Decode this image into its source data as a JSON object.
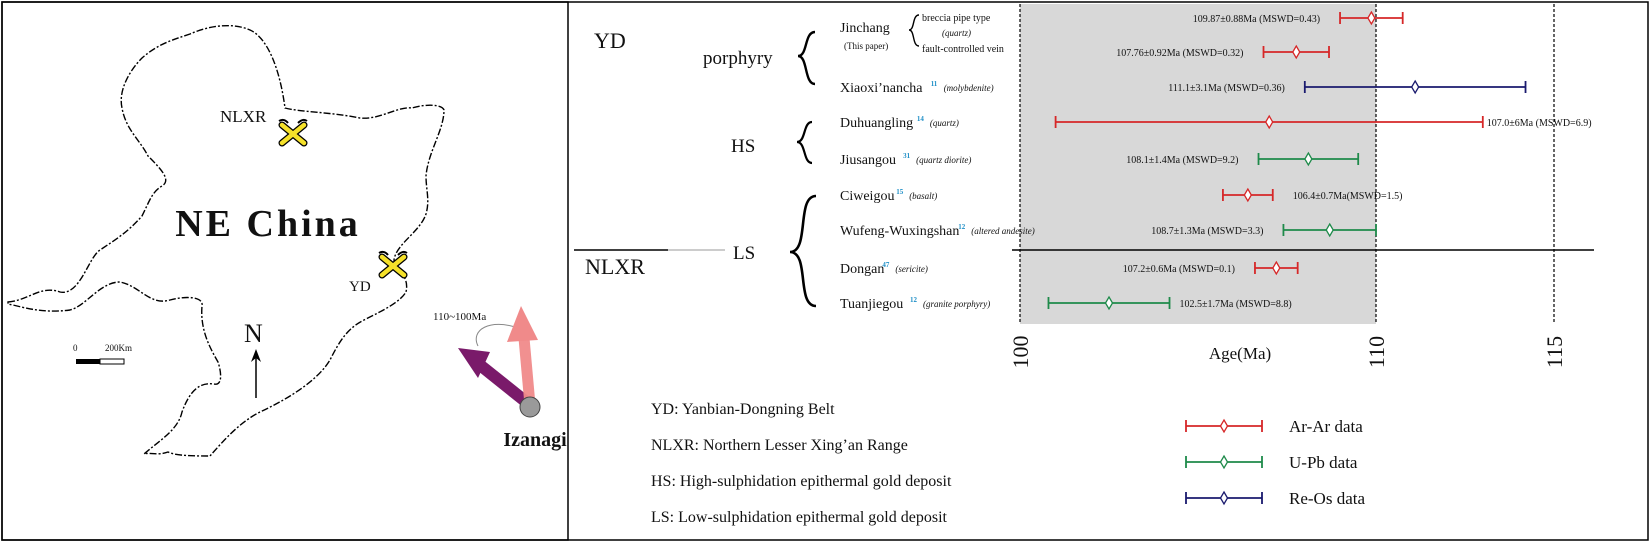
{
  "colors": {
    "ar_ar": "#d62728",
    "u_pb": "#1e8a4a",
    "re_os": "#1a1a6e",
    "shade": "#d8d8d8",
    "icon_yellow": "#f5e12a",
    "arrow_purple": "#7a1a6a",
    "arrow_pink": "#f08a8a"
  },
  "map": {
    "title": "NE China",
    "nlxr_label": "NLXR",
    "yd_label": "YD",
    "north_label": "N",
    "scale_zero": "0",
    "scale_dist": "200Km",
    "izanagi_label": "Izanagi",
    "age_range_label": "110~100Ma",
    "icons": [
      "gold-mine-icon",
      "north-arrow-icon",
      "plate-motion-arrow-icon"
    ]
  },
  "legend": {
    "abbreviations": [
      "YD: Yanbian-Dongning Belt",
      "NLXR: Northern Lesser Xing’an Range",
      "HS: High-sulphidation epithermal gold deposit",
      "LS:  Low-sulphidation epithermal gold deposit"
    ],
    "data_types": [
      {
        "label": "Ar-Ar data",
        "color": "#d62728"
      },
      {
        "label": "U-Pb data",
        "color": "#1e8a4a"
      },
      {
        "label": "Re-Os data",
        "color": "#1a1a6e"
      }
    ]
  },
  "groups": {
    "yd": "YD",
    "nlxr": "NLXR",
    "porphyry": "porphyry",
    "hs": "HS",
    "ls": "LS"
  },
  "jinchang": {
    "name": "Jinchang",
    "note": "(This paper)",
    "sub1": "breccia pipe type",
    "sub1b": "(quartz)",
    "sub2": "fault-controlled vein"
  },
  "chart_data": {
    "type": "errorbar",
    "xlabel": "Age(Ma)",
    "xlim": [
      100,
      115
    ],
    "ticks": [
      "100",
      "110",
      "115"
    ],
    "shaded_range": [
      100,
      110
    ],
    "records": [
      {
        "deposit": "",
        "sup": "",
        "mineral": "",
        "method": "Ar-Ar",
        "age": 109.87,
        "err": 0.88,
        "label": "109.87±0.88Ma (MSWD=0.43)"
      },
      {
        "deposit": "",
        "sup": "",
        "mineral": "",
        "method": "Ar-Ar",
        "age": 107.76,
        "err": 0.92,
        "label": "107.76±0.92Ma (MSWD=0.32)"
      },
      {
        "deposit": "Xiaoxi’nancha",
        "sup": "11",
        "mineral": "(molybdenite)",
        "method": "Re-Os",
        "age": 111.1,
        "err": 3.1,
        "label": "111.1±3.1Ma (MSWD=0.36)"
      },
      {
        "deposit": "Duhuangling",
        "sup": "14",
        "mineral": "(quartz)",
        "method": "Ar-Ar",
        "age": 107.0,
        "err": 6.0,
        "label": "107.0±6Ma (MSWD=6.9)"
      },
      {
        "deposit": "Jiusangou",
        "sup": "31",
        "mineral": "(quartz diorite)",
        "method": "U-Pb",
        "age": 108.1,
        "err": 1.4,
        "label": "108.1±1.4Ma (MSWD=9.2)"
      },
      {
        "deposit": "Ciweigou",
        "sup": "15",
        "mineral": "(basalt)",
        "method": "Ar-Ar",
        "age": 106.4,
        "err": 0.7,
        "label": "106.4±0.7Ma(MSWD=1.5)"
      },
      {
        "deposit": "Wufeng-Wuxingshan",
        "sup": "12",
        "mineral": "(altered andesite)",
        "method": "U-Pb",
        "age": 108.7,
        "err": 1.3,
        "label": "108.7±1.3Ma (MSWD=3.3)"
      },
      {
        "deposit": "Dongan",
        "sup": "47",
        "mineral": "(sericite)",
        "method": "Ar-Ar",
        "age": 107.2,
        "err": 0.6,
        "label": "107.2±0.6Ma (MSWD=0.1)"
      },
      {
        "deposit": "Tuanjiegou",
        "sup": "12",
        "mineral": "(granite porphyry)",
        "method": "U-Pb",
        "age": 102.5,
        "err": 1.7,
        "label": "102.5±1.7Ma (MSWD=8.8)"
      }
    ]
  }
}
